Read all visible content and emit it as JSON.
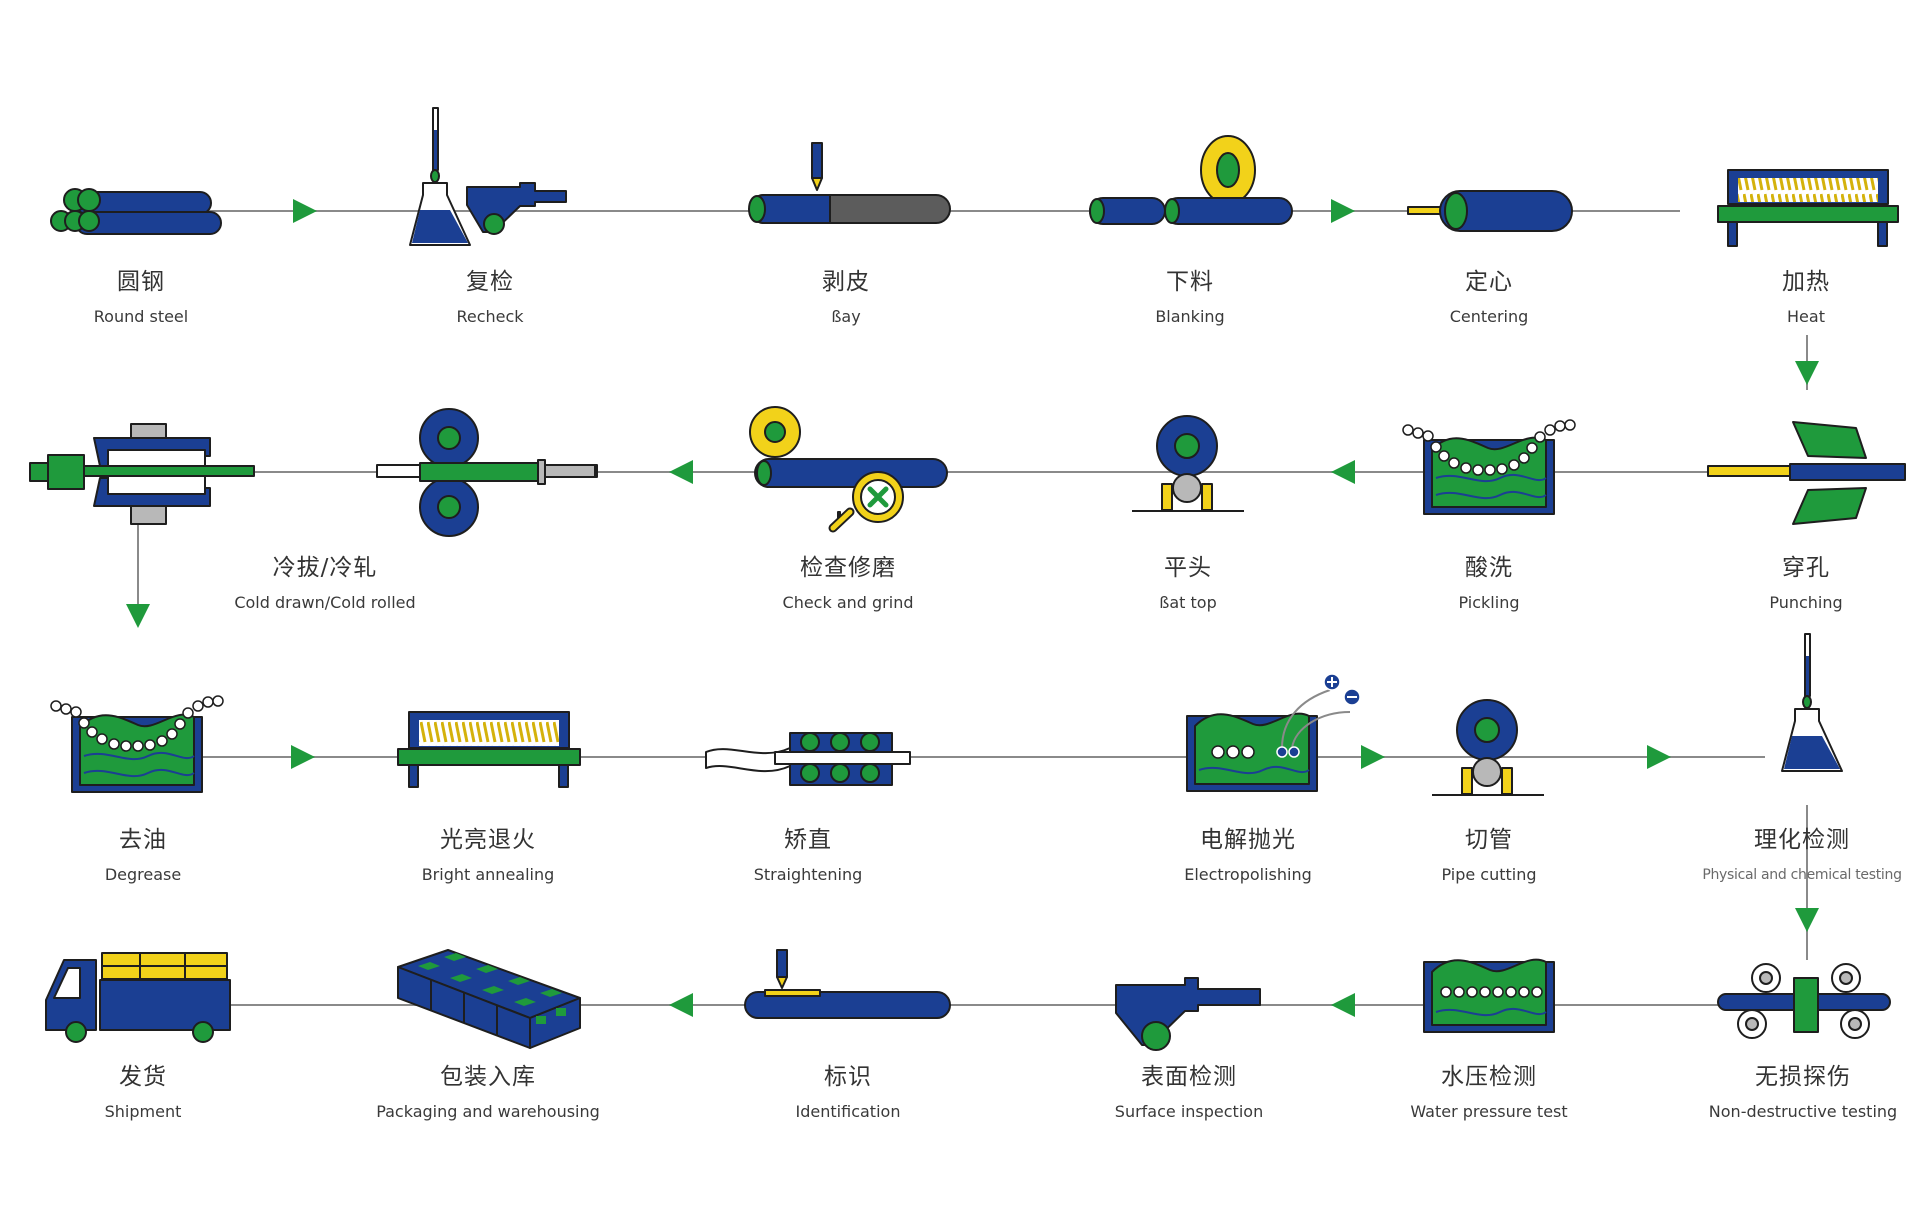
{
  "colors": {
    "blue": "#1b3f93",
    "green": "#1f9a3c",
    "yellow": "#f2d21a",
    "grey": "#5c5c5c",
    "line": "#888888",
    "light_grey": "#b8b8b8"
  },
  "steps": [
    {
      "id": 1,
      "zh": "圆钢",
      "en": "Round steel",
      "icon": "round-steel-icon"
    },
    {
      "id": 2,
      "zh": "复检",
      "en": "Recheck",
      "icon": "recheck-icon"
    },
    {
      "id": 3,
      "zh": "剥皮",
      "en": "ßay",
      "icon": "peeling-icon"
    },
    {
      "id": 4,
      "zh": "下料",
      "en": "Blanking",
      "icon": "blanking-icon"
    },
    {
      "id": 5,
      "zh": "定心",
      "en": "Centering",
      "icon": "centering-icon"
    },
    {
      "id": 6,
      "zh": "加热",
      "en": "Heat",
      "icon": "heating-furnace-icon"
    },
    {
      "id": 7,
      "zh": "穿孔",
      "en": "Punching",
      "icon": "piercing-icon"
    },
    {
      "id": 8,
      "zh": "酸洗",
      "en": "Pickling",
      "icon": "pickling-tank-icon"
    },
    {
      "id": 9,
      "zh": "平头",
      "en": "ßat top",
      "icon": "flat-head-icon"
    },
    {
      "id": 10,
      "zh": "检查修磨",
      "en": "Check and grind",
      "icon": "check-grind-icon"
    },
    {
      "id": 11,
      "zh": "冷拔/冷轧",
      "en": "Cold drawn/Cold rolled",
      "icon": "cold-roll-icon"
    },
    {
      "id": 12,
      "zh": "去油",
      "en": "Degrease",
      "icon": "degrease-tank-icon"
    },
    {
      "id": 13,
      "zh": "光亮退火",
      "en": "Bright annealing",
      "icon": "annealing-furnace-icon"
    },
    {
      "id": 14,
      "zh": "矫直",
      "en": "Straightening",
      "icon": "straightening-icon"
    },
    {
      "id": 15,
      "zh": "电解抛光",
      "en": "Electropolishing",
      "icon": "electropolish-icon"
    },
    {
      "id": 16,
      "zh": "切管",
      "en": "Pipe cutting",
      "icon": "pipe-cutting-icon"
    },
    {
      "id": 17,
      "zh": "理化检测",
      "en": "Physical and chemical testing",
      "icon": "lab-flask-icon"
    },
    {
      "id": 18,
      "zh": "无损探伤",
      "en": "Non-destructive testing",
      "icon": "ndt-icon"
    },
    {
      "id": 19,
      "zh": "水压检测",
      "en": "Water pressure test",
      "icon": "water-pressure-icon"
    },
    {
      "id": 20,
      "zh": "表面检测",
      "en": "Surface inspection",
      "icon": "surface-inspection-icon"
    },
    {
      "id": 21,
      "zh": "标识",
      "en": "Identiﬁcation",
      "icon": "marking-icon"
    },
    {
      "id": 22,
      "zh": "包装入库",
      "en": "Packaging and warehousing",
      "icon": "packaging-icon"
    },
    {
      "id": 23,
      "zh": "发货",
      "en": "Shipment",
      "icon": "truck-icon"
    }
  ]
}
